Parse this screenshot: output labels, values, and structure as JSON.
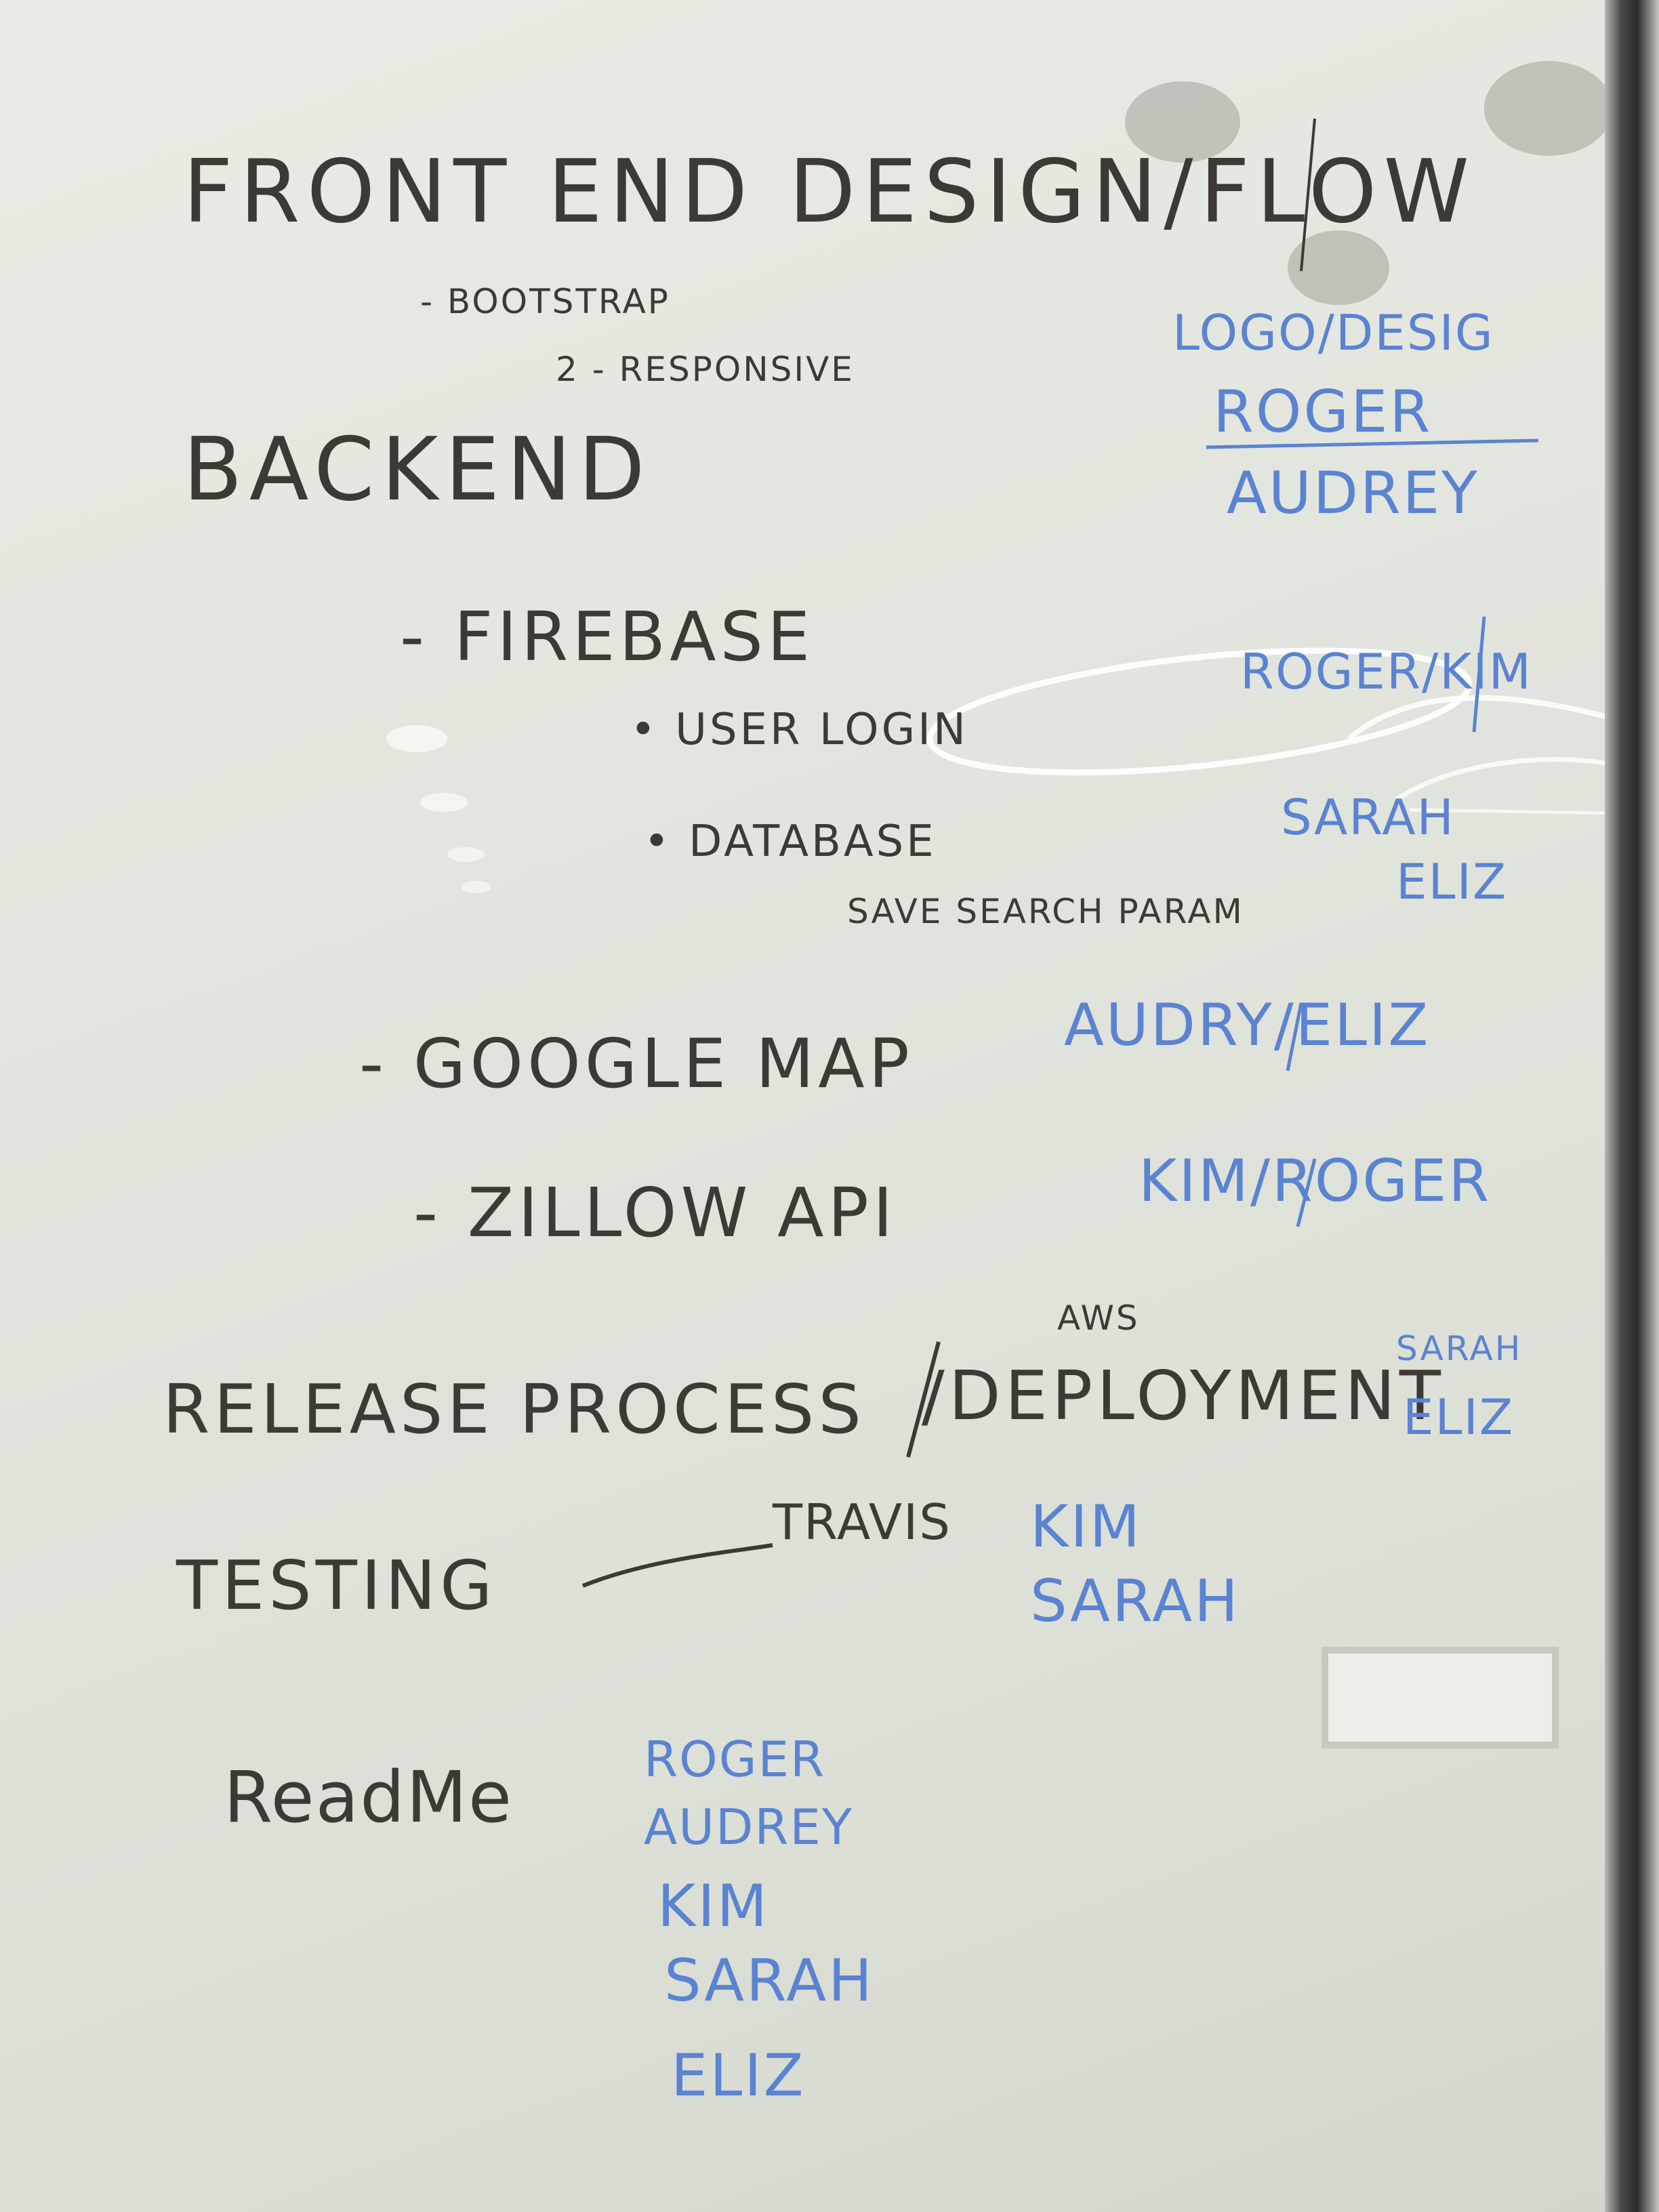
{
  "whiteboard": {
    "sections": {
      "front_end": {
        "title": "FRONT END DESIGN/FLOW",
        "items": [
          "- BOOTSTRAP",
          "2 - RESPONSIVE"
        ],
        "assignees": [
          "LOGO/DESIG",
          "ROGER",
          "AUDREY"
        ]
      },
      "backend": {
        "title": "BACKEND",
        "firebase": "- FIREBASE",
        "firebase_assignees": "ROGER/KIM",
        "user_login": "• USER LOGIN",
        "database": "• DATABASE",
        "database_note": "SAVE SEARCH PARAM",
        "database_assignees": [
          "SARAH",
          "ELIZ"
        ],
        "google_map": "- GOOGLE MAP",
        "google_map_assignees": "AUDRY/ELIZ",
        "zillow": "- ZILLOW API",
        "zillow_assignees": "KIM/ROGER"
      },
      "release": {
        "title_left": "RELEASE PROCESS",
        "title_right": "/DEPLOYMENT",
        "aws": "AWS",
        "assignees": [
          "SARAH",
          "ELIZ"
        ]
      },
      "testing": {
        "title": "TESTING",
        "tool": "TRAVIS",
        "assignees": [
          "KIM",
          "SARAH"
        ]
      },
      "readme": {
        "title": "ReadMe",
        "assignees": [
          "ROGER",
          "AUDREY",
          "KIM",
          "SARAH",
          "ELIZ"
        ]
      }
    },
    "colors": {
      "marker_dark": "#3d3a36",
      "marker_blue": "#5a83d2",
      "board": "#e6e8e1"
    }
  }
}
